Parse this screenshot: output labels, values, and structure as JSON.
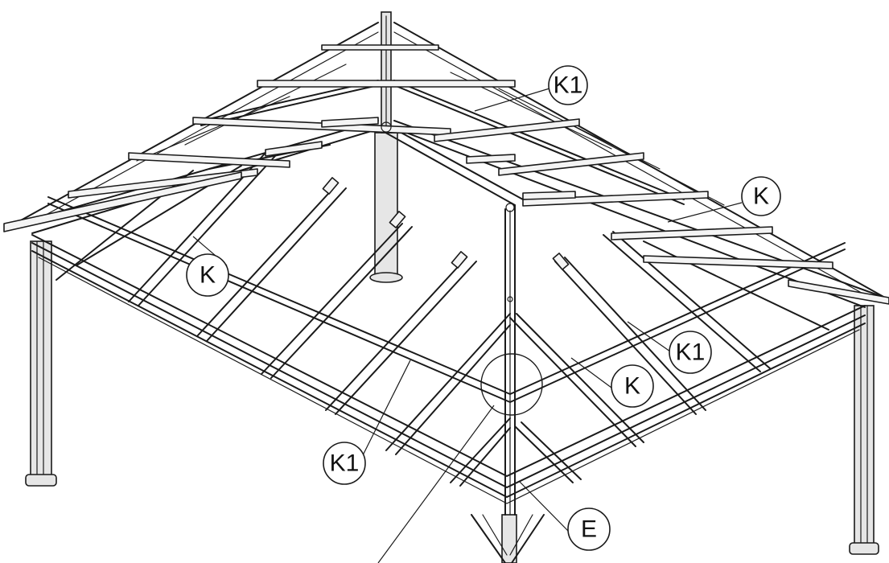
{
  "labels": [
    {
      "key": "k1_top",
      "text": "K1"
    },
    {
      "key": "k_right",
      "text": "K"
    },
    {
      "key": "k_left",
      "text": "K"
    },
    {
      "key": "k1_right",
      "text": "K1"
    },
    {
      "key": "k_center",
      "text": "K"
    },
    {
      "key": "k1_bottom",
      "text": "K1"
    },
    {
      "key": "e",
      "text": "E"
    }
  ]
}
